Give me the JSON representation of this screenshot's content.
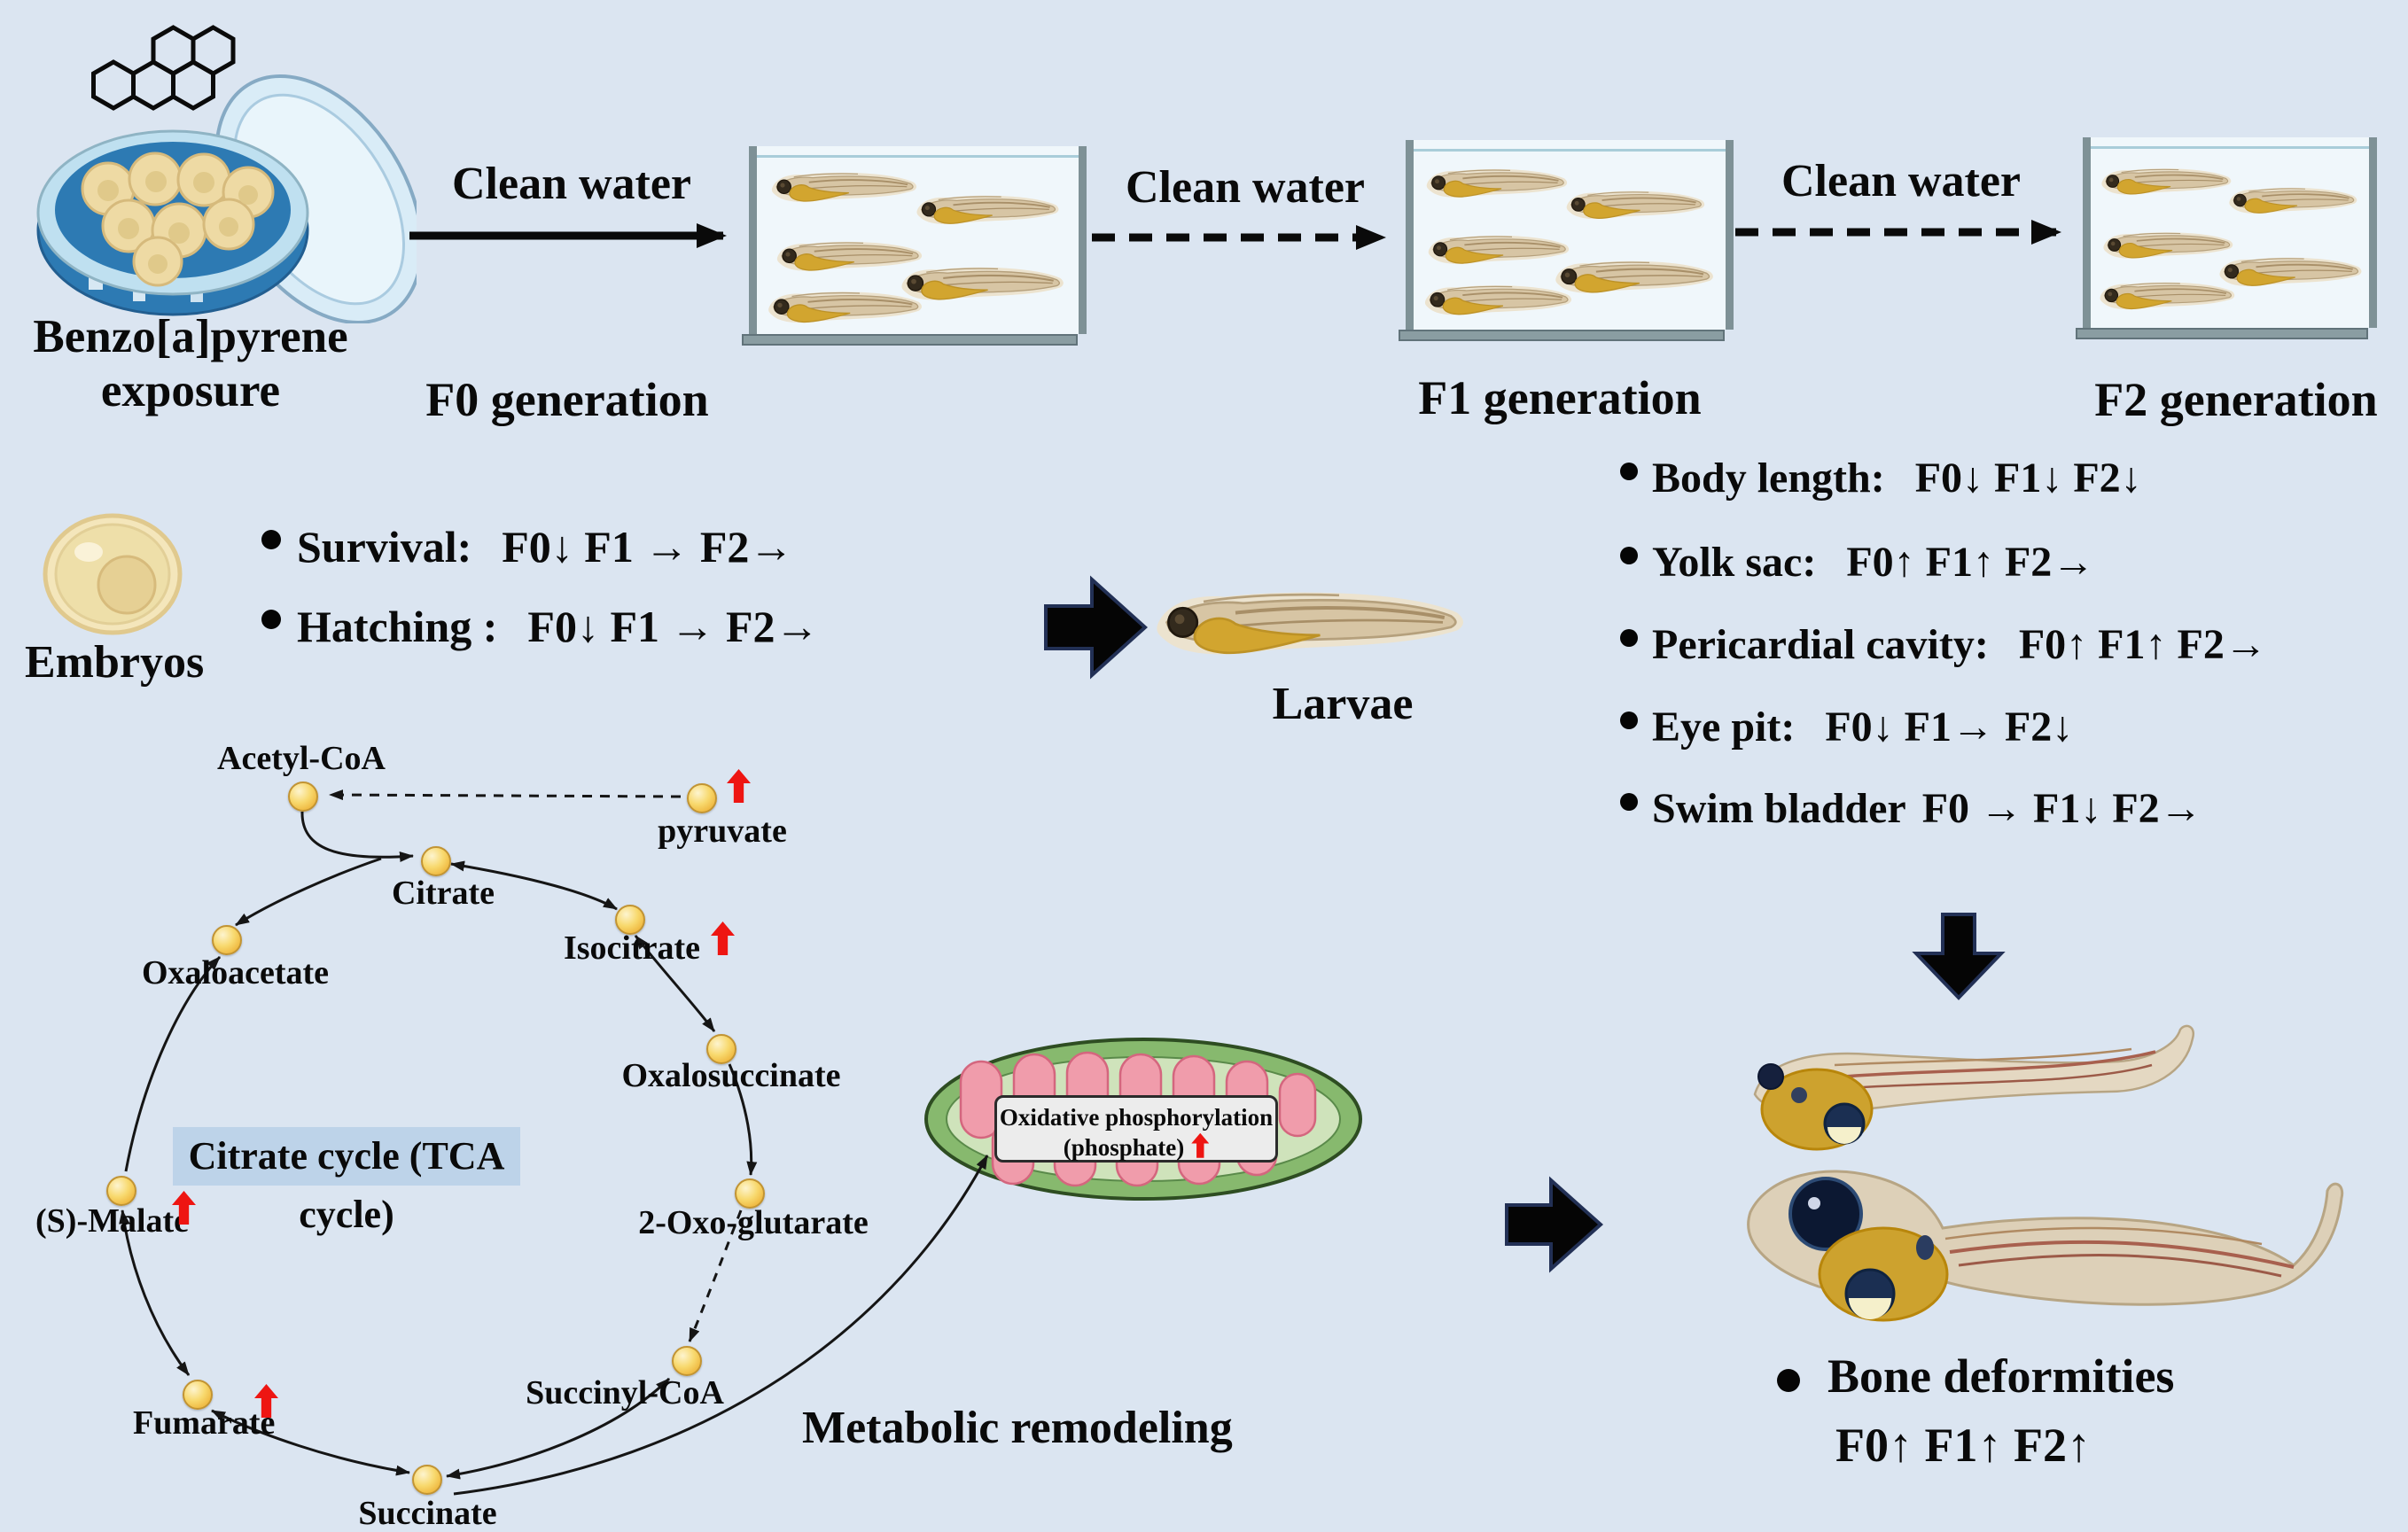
{
  "colors": {
    "background": "#dbe5f1",
    "accent_red": "#ee1512",
    "tca_node_yellow": "#f6cf5a",
    "title_highlight": "#bdd3e9",
    "mito_green": "#87b96e",
    "cristae_pink": "#f09cab",
    "tank_wall": "#7e9196"
  },
  "exposure": {
    "label_line1": "Benzo[a]pyrene",
    "label_line2": "exposure"
  },
  "flow": {
    "arrow1_label": "Clean water",
    "arrow2_label": "Clean water",
    "arrow3_label": "Clean water",
    "generations": [
      {
        "label": "F0 generation"
      },
      {
        "label": "F1 generation"
      },
      {
        "label": "F2 generation"
      }
    ]
  },
  "embryos": {
    "label": "Embryos",
    "bullets": [
      {
        "name": "Survival:",
        "result": "F0↓ F1 → F2→"
      },
      {
        "name": "Hatching :",
        "result": "F0↓ F1 → F2→"
      }
    ]
  },
  "larvae": {
    "label": "Larvae",
    "bullets": [
      {
        "name": "Body length:",
        "result": "F0↓ F1↓ F2↓"
      },
      {
        "name": "Yolk sac:",
        "result": "F0↑ F1↑ F2→"
      },
      {
        "name": "Pericardial cavity:",
        "result": "F0↑ F1↑ F2→"
      },
      {
        "name": "Eye pit:",
        "result": "F0↓ F1→ F2↓"
      },
      {
        "name": "Swim bladder",
        "result": "F0 → F1↓ F2→"
      }
    ]
  },
  "bone": {
    "label": "Bone deformities",
    "result": "F0↑ F1↑ F2↑"
  },
  "tca": {
    "title": "Citrate cycle (TCA cycle)",
    "nodes": {
      "acetyl": "Acetyl-CoA",
      "pyruvate": "pyruvate",
      "citrate": "Citrate",
      "isocitrate": "Isocitrate",
      "oxaloacetate": "Oxaloacetate",
      "oxalosuccinate": "Oxalosuccinate",
      "oxoglutarate": "2-Oxo-glutarate",
      "succinylcoa": "Succinyl-CoA",
      "succinate": "Succinate",
      "fumarate": "Fumarate",
      "malate": "(S)-Malate"
    },
    "upregulated": [
      "pyruvate",
      "Isocitrate",
      "(S)-Malate",
      "Fumarate"
    ]
  },
  "mitochondria": {
    "box_line1": "Oxidative phosphorylation",
    "box_line2": "(phosphate)",
    "trend": "up"
  },
  "caption": "Metabolic remodeling"
}
